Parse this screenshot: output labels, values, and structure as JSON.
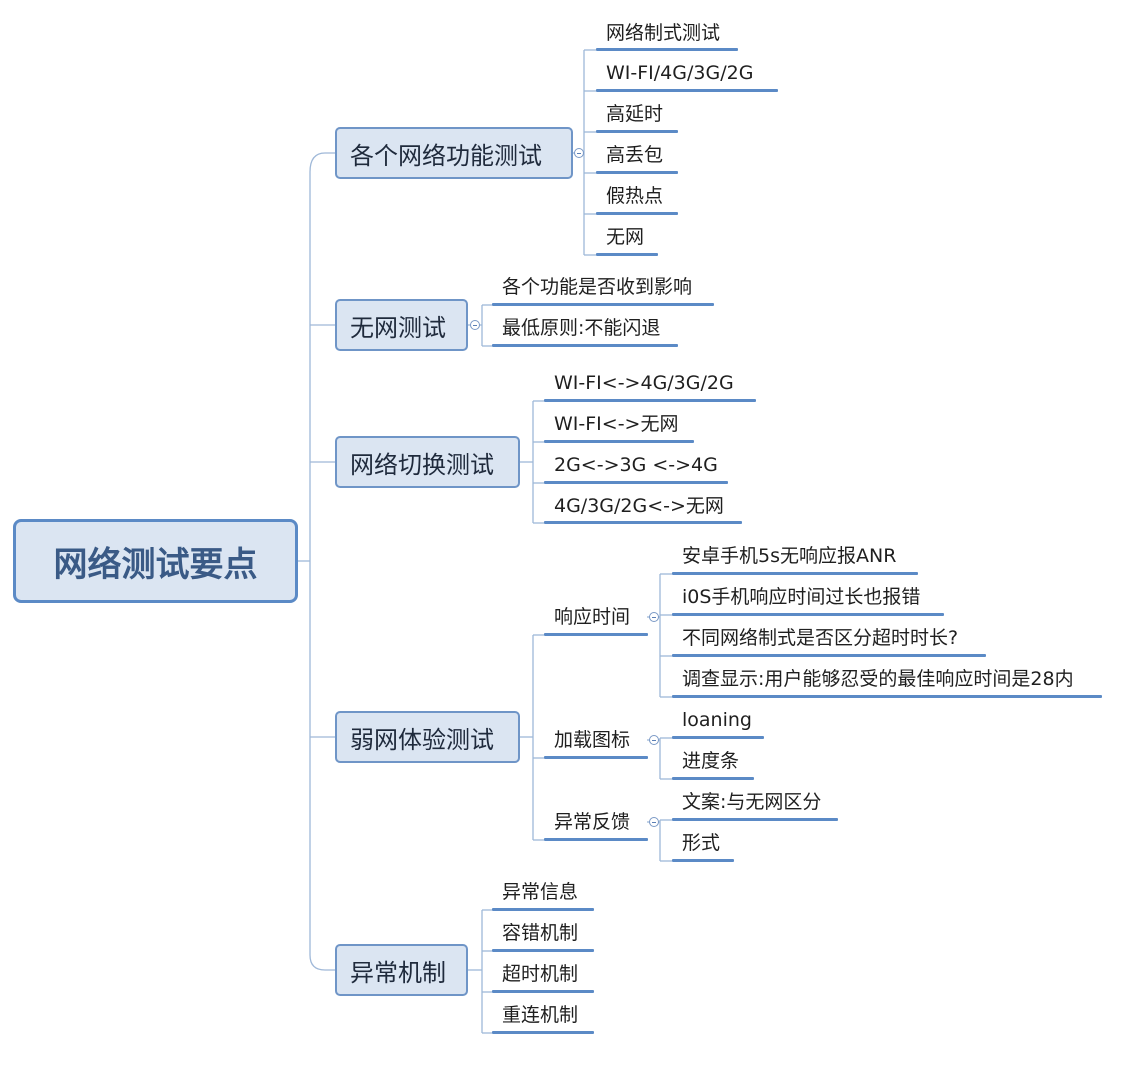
{
  "root": {
    "label": "网络测试要点"
  },
  "branches": [
    {
      "label": "各个网络功能测试",
      "children": [
        "网络制式测试",
        "WI-FI/4G/3G/2G",
        "高延时",
        "高丢包",
        "假热点",
        "无网"
      ]
    },
    {
      "label": "无网测试",
      "children": [
        "各个功能是否收到影响",
        "最低原则:不能闪退"
      ]
    },
    {
      "label": "网络切换测试",
      "children": [
        "WI-FI<->4G/3G/2G",
        "WI-FI<->无网",
        "2G<->3G <->4G",
        "4G/3G/2G<->无网"
      ]
    },
    {
      "label": "弱网体验测试",
      "subgroups": [
        {
          "label": "响应时间",
          "children": [
            "安卓手机5s无响应报ANR",
            "i0S手机响应时间过长也报错",
            "不同网络制式是否区分超时时长?",
            "调查显示:用户能够忍受的最佳响应时间是28内"
          ]
        },
        {
          "label": "加载图标",
          "children": [
            "loaning",
            "进度条"
          ]
        },
        {
          "label": "异常反馈",
          "children": [
            "文案:与无网区分",
            "形式"
          ]
        }
      ]
    },
    {
      "label": "异常机制",
      "children": [
        "异常信息",
        "容错机制",
        "超时机制",
        "重连机制"
      ]
    }
  ],
  "colors": {
    "line": "#5b8ac6",
    "node_fill": "#dbe5f2",
    "node_border": "#6f95c7",
    "root_text": "#3a5a86"
  }
}
